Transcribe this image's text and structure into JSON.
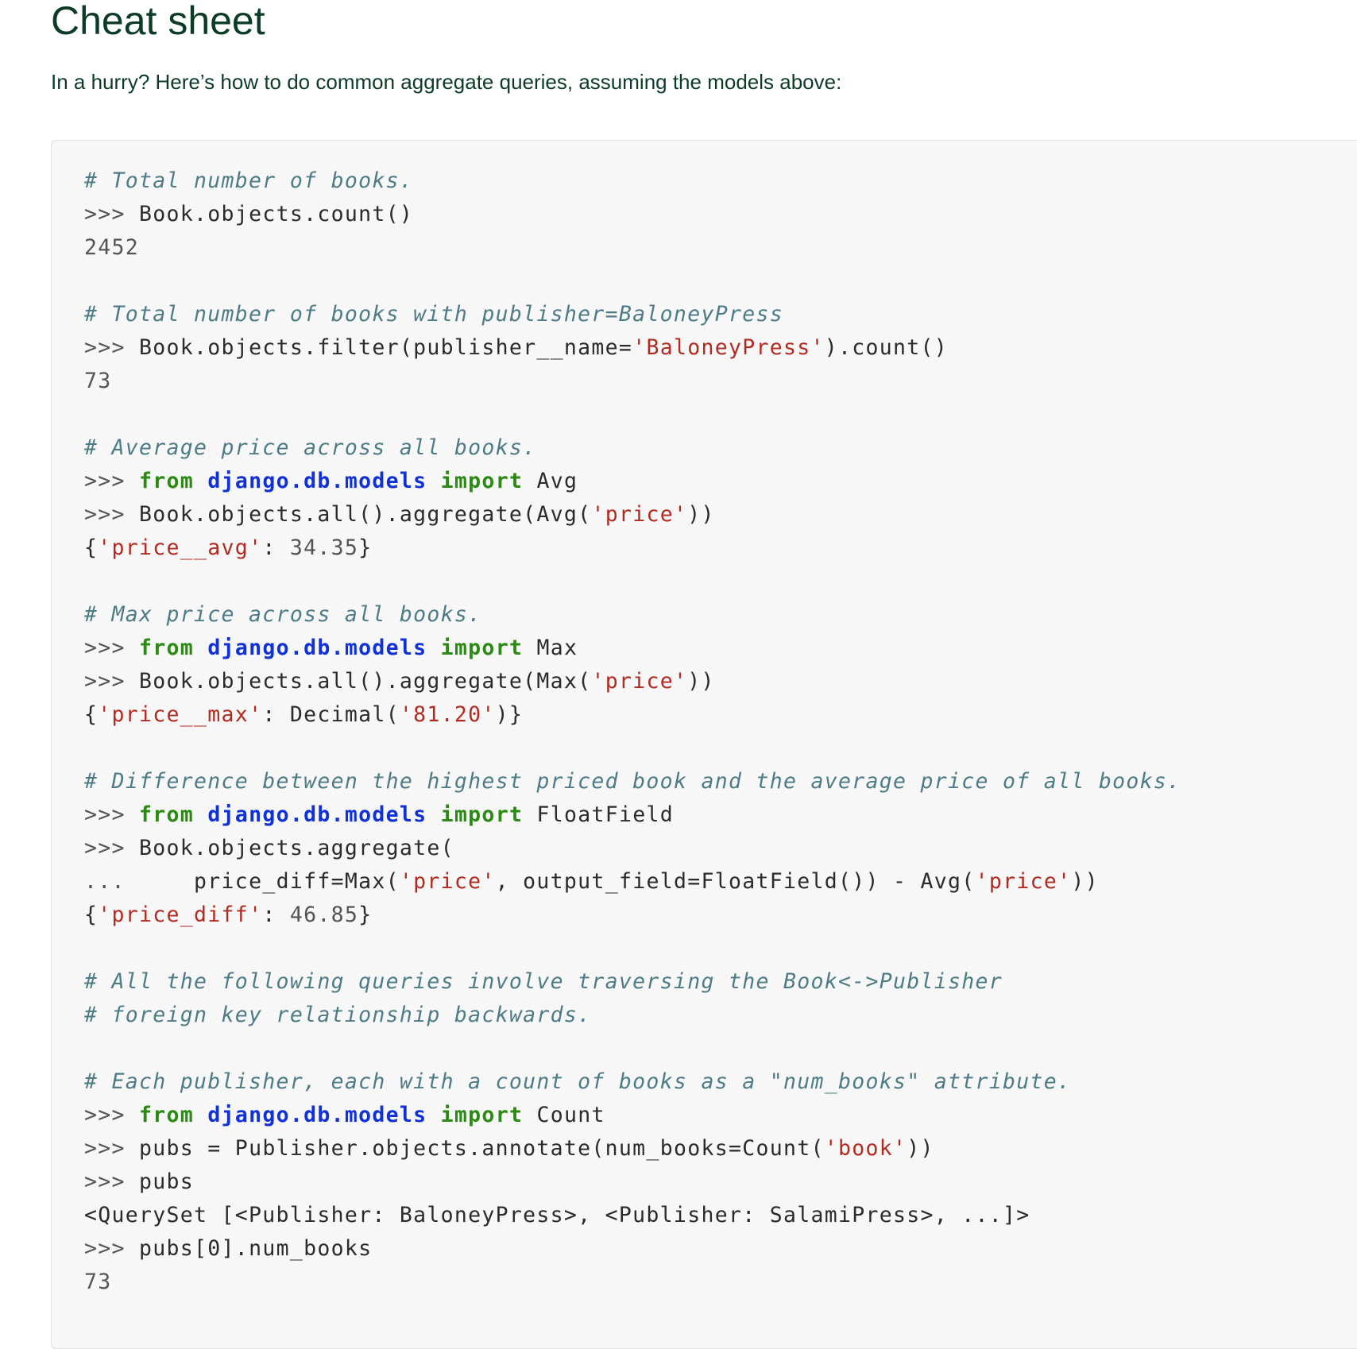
{
  "page": {
    "title": "Cheat sheet",
    "intro": "In a hurry? Here’s how to do common aggregate queries, assuming the models above:"
  },
  "colors": {
    "heading": "#0c3c26",
    "comment": "#4e7c86",
    "keyword": "#2b8a13",
    "module": "#1030d8",
    "string": "#b22a20",
    "code_background": "#f7f7f7"
  },
  "code": {
    "lines": [
      [
        {
          "k": "c",
          "t": "# Total number of books."
        }
      ],
      [
        {
          "k": "p",
          "t": ">>> "
        },
        {
          "k": "t",
          "t": "Book.objects.count()"
        }
      ],
      [
        {
          "k": "n",
          "t": "2452"
        }
      ],
      [],
      [
        {
          "k": "c",
          "t": "# Total number of books with publisher=BaloneyPress"
        }
      ],
      [
        {
          "k": "p",
          "t": ">>> "
        },
        {
          "k": "t",
          "t": "Book.objects.filter(publisher__name="
        },
        {
          "k": "s",
          "t": "'BaloneyPress'"
        },
        {
          "k": "t",
          "t": ").count()"
        }
      ],
      [
        {
          "k": "n",
          "t": "73"
        }
      ],
      [],
      [
        {
          "k": "c",
          "t": "# Average price across all books."
        }
      ],
      [
        {
          "k": "p",
          "t": ">>> "
        },
        {
          "k": "k",
          "t": "from"
        },
        {
          "k": "t",
          "t": " "
        },
        {
          "k": "m",
          "t": "django.db.models"
        },
        {
          "k": "t",
          "t": " "
        },
        {
          "k": "k",
          "t": "import"
        },
        {
          "k": "t",
          "t": " Avg"
        }
      ],
      [
        {
          "k": "p",
          "t": ">>> "
        },
        {
          "k": "t",
          "t": "Book.objects.all().aggregate(Avg("
        },
        {
          "k": "s",
          "t": "'price'"
        },
        {
          "k": "t",
          "t": "))"
        }
      ],
      [
        {
          "k": "t",
          "t": "{"
        },
        {
          "k": "s",
          "t": "'price__avg'"
        },
        {
          "k": "t",
          "t": ": "
        },
        {
          "k": "n",
          "t": "34.35"
        },
        {
          "k": "t",
          "t": "}"
        }
      ],
      [],
      [
        {
          "k": "c",
          "t": "# Max price across all books."
        }
      ],
      [
        {
          "k": "p",
          "t": ">>> "
        },
        {
          "k": "k",
          "t": "from"
        },
        {
          "k": "t",
          "t": " "
        },
        {
          "k": "m",
          "t": "django.db.models"
        },
        {
          "k": "t",
          "t": " "
        },
        {
          "k": "k",
          "t": "import"
        },
        {
          "k": "t",
          "t": " Max"
        }
      ],
      [
        {
          "k": "p",
          "t": ">>> "
        },
        {
          "k": "t",
          "t": "Book.objects.all().aggregate(Max("
        },
        {
          "k": "s",
          "t": "'price'"
        },
        {
          "k": "t",
          "t": "))"
        }
      ],
      [
        {
          "k": "t",
          "t": "{"
        },
        {
          "k": "s",
          "t": "'price__max'"
        },
        {
          "k": "t",
          "t": ": Decimal("
        },
        {
          "k": "s",
          "t": "'81.20'"
        },
        {
          "k": "t",
          "t": ")}"
        }
      ],
      [],
      [
        {
          "k": "c",
          "t": "# Difference between the highest priced book and the average price of all books."
        }
      ],
      [
        {
          "k": "p",
          "t": ">>> "
        },
        {
          "k": "k",
          "t": "from"
        },
        {
          "k": "t",
          "t": " "
        },
        {
          "k": "m",
          "t": "django.db.models"
        },
        {
          "k": "t",
          "t": " "
        },
        {
          "k": "k",
          "t": "import"
        },
        {
          "k": "t",
          "t": " FloatField"
        }
      ],
      [
        {
          "k": "p",
          "t": ">>> "
        },
        {
          "k": "t",
          "t": "Book.objects.aggregate("
        }
      ],
      [
        {
          "k": "p",
          "t": "...     "
        },
        {
          "k": "t",
          "t": "price_diff=Max("
        },
        {
          "k": "s",
          "t": "'price'"
        },
        {
          "k": "t",
          "t": ", output_field=FloatField()) - Avg("
        },
        {
          "k": "s",
          "t": "'price'"
        },
        {
          "k": "t",
          "t": "))"
        }
      ],
      [
        {
          "k": "t",
          "t": "{"
        },
        {
          "k": "s",
          "t": "'price_diff'"
        },
        {
          "k": "t",
          "t": ": "
        },
        {
          "k": "n",
          "t": "46.85"
        },
        {
          "k": "t",
          "t": "}"
        }
      ],
      [],
      [
        {
          "k": "c",
          "t": "# All the following queries involve traversing the Book<->Publisher"
        }
      ],
      [
        {
          "k": "c",
          "t": "# foreign key relationship backwards."
        }
      ],
      [],
      [
        {
          "k": "c",
          "t": "# Each publisher, each with a count of books as a \"num_books\" attribute."
        }
      ],
      [
        {
          "k": "p",
          "t": ">>> "
        },
        {
          "k": "k",
          "t": "from"
        },
        {
          "k": "t",
          "t": " "
        },
        {
          "k": "m",
          "t": "django.db.models"
        },
        {
          "k": "t",
          "t": " "
        },
        {
          "k": "k",
          "t": "import"
        },
        {
          "k": "t",
          "t": " Count"
        }
      ],
      [
        {
          "k": "p",
          "t": ">>> "
        },
        {
          "k": "t",
          "t": "pubs = Publisher.objects.annotate(num_books=Count("
        },
        {
          "k": "s",
          "t": "'book'"
        },
        {
          "k": "t",
          "t": "))"
        }
      ],
      [
        {
          "k": "p",
          "t": ">>> "
        },
        {
          "k": "t",
          "t": "pubs"
        }
      ],
      [
        {
          "k": "t",
          "t": "<QuerySet [<Publisher: BaloneyPress>, <Publisher: SalamiPress>, ...]>"
        }
      ],
      [
        {
          "k": "p",
          "t": ">>> "
        },
        {
          "k": "t",
          "t": "pubs[0].num_books"
        }
      ],
      [
        {
          "k": "n",
          "t": "73"
        }
      ]
    ]
  }
}
